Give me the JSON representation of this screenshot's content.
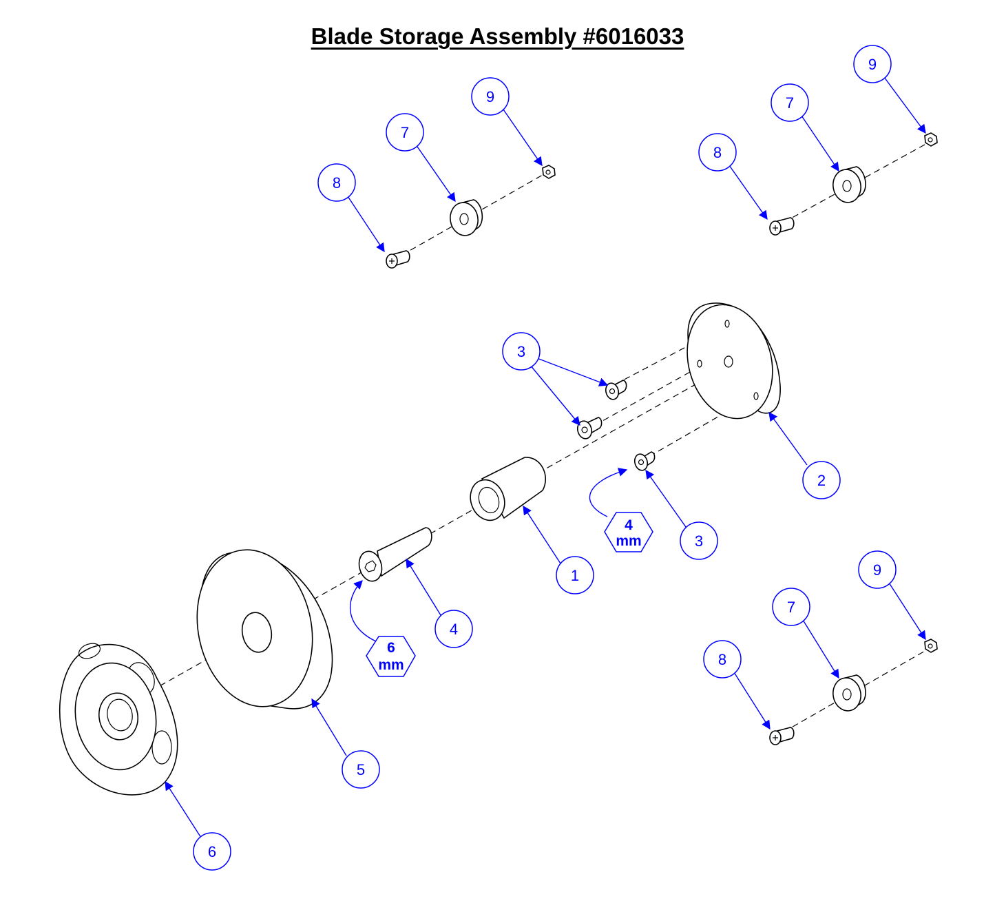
{
  "title": "Blade Storage Assembly #6016033",
  "callouts": {
    "c1": "1",
    "c2": "2",
    "c3a": "3",
    "c3b": "3",
    "c4": "4",
    "c5": "5",
    "c6": "6",
    "tl7": "7",
    "tl8": "8",
    "tl9": "9",
    "tr7": "7",
    "tr8": "8",
    "tr9": "9",
    "br7": "7",
    "br8": "8",
    "br9": "9"
  },
  "tool_tags": {
    "hex4": {
      "size": "4",
      "unit": "mm"
    },
    "hex6": {
      "size": "6",
      "unit": "mm"
    }
  },
  "colors": {
    "callout": "#0000ff",
    "line": "#000000",
    "background": "#ffffff"
  }
}
